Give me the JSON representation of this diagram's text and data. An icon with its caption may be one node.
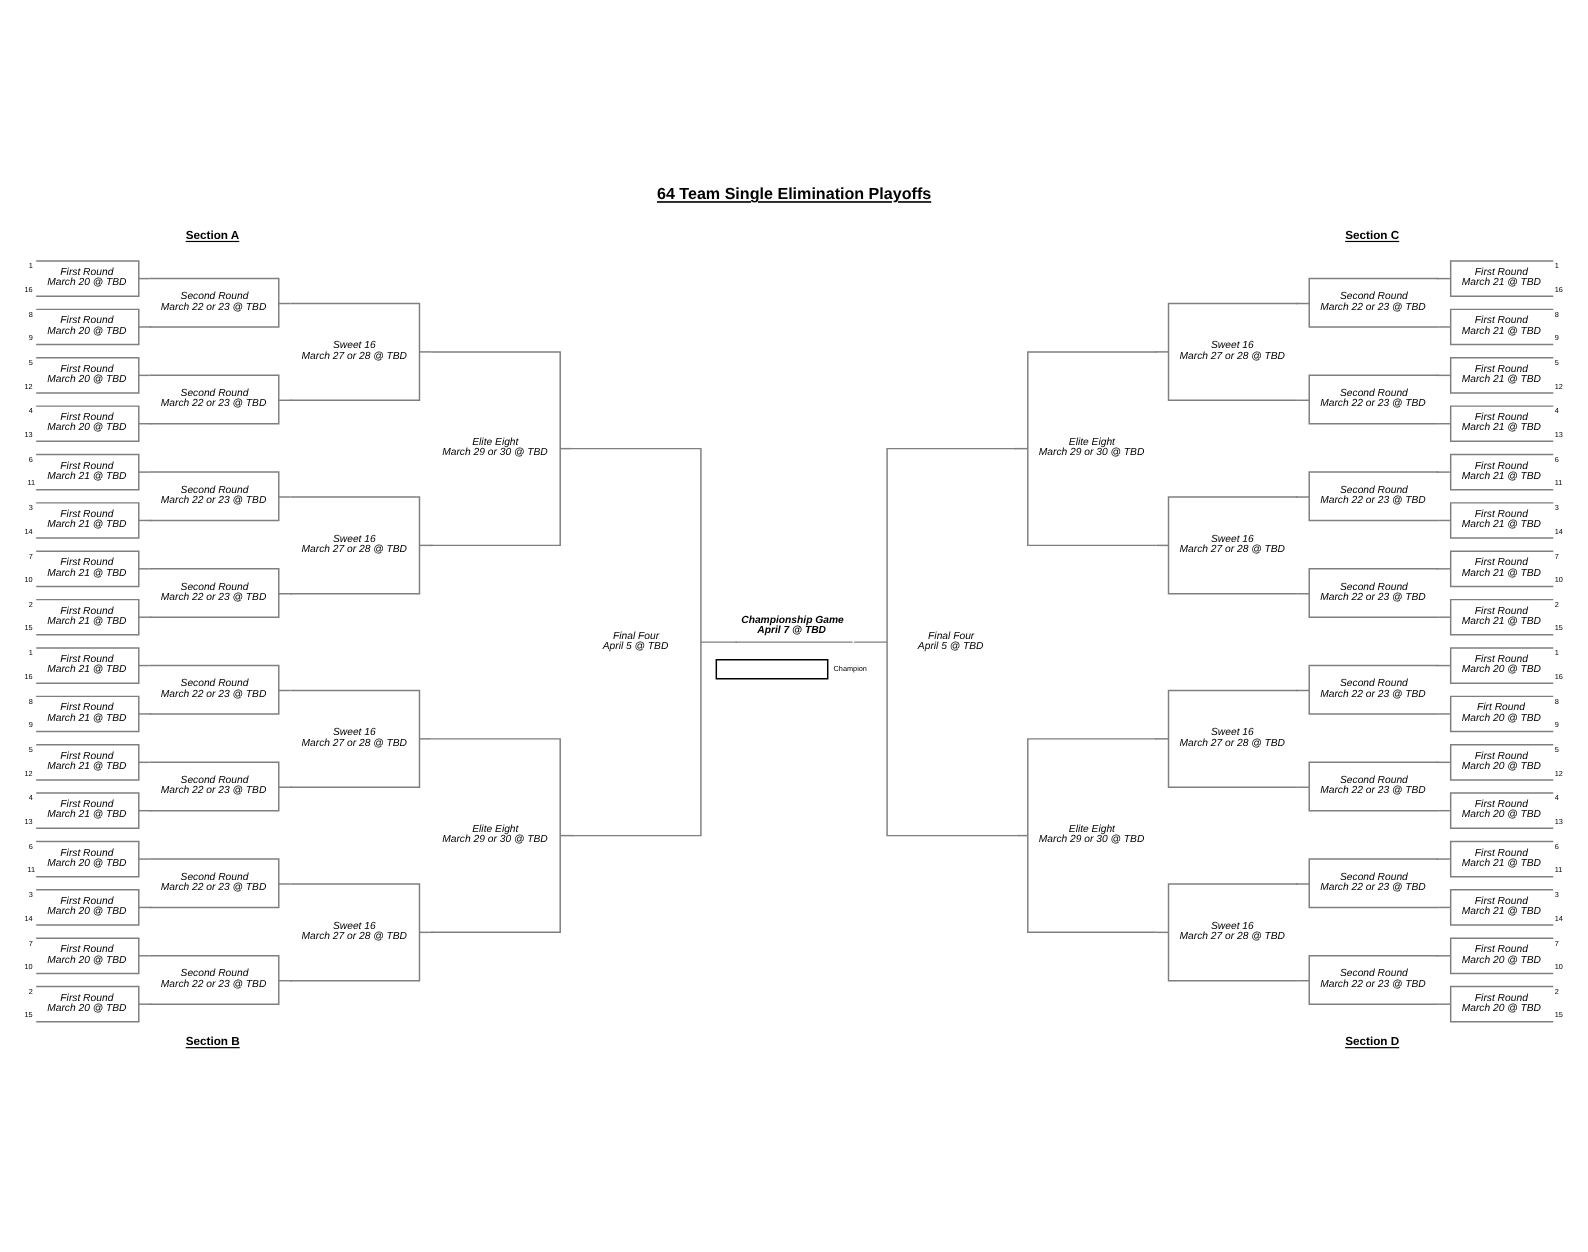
{
  "diagram": {
    "title": "64 Team Single Elimination Playoffs",
    "nodes": [
      {
        "text": [
          "1",
          "First Round",
          "March 20 @ TBD",
          "16"
        ]
      },
      {
        "text": [
          "8",
          "First Round",
          "March 20 @ TBD",
          "9"
        ]
      },
      {
        "text": [
          "5",
          "First Round",
          "March 20 @ TBD",
          "12"
        ]
      },
      {
        "text": [
          "4",
          "First Round",
          "March 20 @ TBD",
          "13"
        ]
      },
      {
        "text": [
          "6",
          "First Round",
          "March 21 @ TBD",
          "11"
        ]
      },
      {
        "text": [
          "3",
          "First Round",
          "March 21 @ TBD",
          "14"
        ]
      },
      {
        "text": [
          "7",
          "First Round",
          "March 21 @ TBD",
          "10"
        ]
      },
      {
        "text": [
          "2",
          "First Round",
          "March 21 @ TBD",
          "15"
        ]
      },
      {
        "text": [
          "1",
          "First Round",
          "March 21 @ TBD",
          "16"
        ]
      },
      {
        "text": [
          "8",
          "First Round",
          "March 21 @ TBD",
          "9"
        ]
      },
      {
        "text": [
          "5",
          "First Round",
          "March 21 @ TBD",
          "12"
        ]
      },
      {
        "text": [
          "4",
          "First Round",
          "March 21 @ TBD",
          "13"
        ]
      },
      {
        "text": [
          "6",
          "First Round",
          "March 20 @ TBD",
          "11"
        ]
      },
      {
        "text": [
          "3",
          "First Round",
          "March 20 @ TBD",
          "14"
        ]
      },
      {
        "text": [
          "7",
          "First Round",
          "March 20 @ TBD",
          "10"
        ]
      },
      {
        "text": [
          "2",
          "First Round",
          "March 20 @ TBD",
          "15"
        ]
      },
      {
        "text": [
          "Second Round",
          "March 22 or 23 @ TBD"
        ]
      },
      {
        "text": [
          "Second Round",
          "March 22 or 23 @ TBD"
        ]
      },
      {
        "text": [
          "Second Round",
          "March 22 or 23 @ TBD"
        ]
      },
      {
        "text": [
          "Second Round",
          "March 22 or 23 @ TBD"
        ]
      },
      {
        "text": [
          "Second Round",
          "March 22 or 23 @ TBD"
        ]
      },
      {
        "text": [
          "Second Round",
          "March 22 or 23 @ TBD"
        ]
      },
      {
        "text": [
          "Second Round",
          "March 22 or 23 @ TBD"
        ]
      },
      {
        "text": [
          "Second Round",
          "March 22 or 23 @ TBD"
        ]
      },
      {
        "text": [
          "Sweet 16",
          "March 27 or 28 @ TBD"
        ]
      },
      {
        "text": [
          "Sweet 16",
          "March 27 or 28 @ TBD"
        ]
      },
      {
        "text": [
          "Sweet 16",
          "March 27 or 28 @ TBD"
        ]
      },
      {
        "text": [
          "Sweet 16",
          "March 27 or 28 @ TBD"
        ]
      },
      {
        "text": [
          "Elite Eight",
          "March 29 or 30 @ TBD"
        ]
      },
      {
        "text": [
          "Elite Eight",
          "March 29 or 30 @ TBD"
        ]
      },
      {
        "text": [
          "Final Four",
          "April 5 @ TBD"
        ]
      },
      {
        "text": [
          "Championship Game",
          "April 7 @ TBD"
        ]
      },
      {
        "text": [
          "Champion"
        ]
      },
      {
        "text": [
          "Final Four",
          "April 5 @ TBD"
        ]
      },
      {
        "text": [
          "Elite Eight",
          "March 29 or 30 @ TBD"
        ]
      },
      {
        "text": [
          "Elite Eight",
          "March 29 or 30 @ TBD"
        ]
      },
      {
        "text": [
          "Sweet 16",
          "March 27 or 28 @ TBD"
        ]
      },
      {
        "text": [
          "Sweet 16",
          "March 27 or 28 @ TBD"
        ]
      },
      {
        "text": [
          "Sweet 16",
          "March 27 or 28 @ TBD"
        ]
      },
      {
        "text": [
          "Sweet 16",
          "March 27 or 28 @ TBD"
        ]
      },
      {
        "text": [
          "Second Round",
          "March 22 or 23 @ TBD"
        ]
      },
      {
        "text": [
          "Second Round",
          "March 22 or 23 @ TBD"
        ]
      },
      {
        "text": [
          "Second Round",
          "March 22 or 23 @ TBD"
        ]
      },
      {
        "text": [
          "Second Round",
          "March 22 or 23 @ TBD"
        ]
      },
      {
        "text": [
          "Second Round",
          "March 22 or 23 @ TBD"
        ]
      },
      {
        "text": [
          "Second Round",
          "March 22 or 23 @ TBD"
        ]
      },
      {
        "text": [
          "Second Round",
          "March 22 or 23 @ TBD"
        ]
      },
      {
        "text": [
          "Second Round",
          "March 22 or 23 @ TBD"
        ]
      },
      {
        "text": [
          "1",
          "First Round",
          "March 21 @ TBD",
          "16"
        ]
      },
      {
        "text": [
          "8",
          "First Round",
          "March 21 @ TBD",
          "9"
        ]
      },
      {
        "text": [
          "5",
          "First Round",
          "March 21 @ TBD",
          "12"
        ]
      },
      {
        "text": [
          "4",
          "First Round",
          "March 21 @ TBD",
          "13"
        ]
      },
      {
        "text": [
          "6",
          "First Round",
          "March 21 @ TBD",
          "11"
        ]
      },
      {
        "text": [
          "3",
          "First Round",
          "March 21 @ TBD",
          "14"
        ]
      },
      {
        "text": [
          "7",
          "First Round",
          "March 21 @ TBD",
          "10"
        ]
      },
      {
        "text": [
          "2",
          "First Round",
          "March 21 @ TBD",
          "15"
        ]
      },
      {
        "text": [
          "1",
          "First Round",
          "March 20 @ TBD",
          "16"
        ]
      },
      {
        "text": [
          "8",
          "Firt Round",
          "March 20 @ TBD",
          "9"
        ]
      },
      {
        "text": [
          "5",
          "First Round",
          "March 20 @ TBD",
          "12"
        ]
      },
      {
        "text": [
          "4",
          "First Round",
          "March 20 @ TBD",
          "13"
        ]
      },
      {
        "text": [
          "6",
          "First Round",
          "March 21 @ TBD",
          "11"
        ]
      },
      {
        "text": [
          "3",
          "First Round",
          "March 21 @ TBD",
          "14"
        ]
      },
      {
        "text": [
          "7",
          "First Round",
          "March 20 @ TBD",
          "10"
        ]
      },
      {
        "text": [
          "2",
          "First Round",
          "March 20 @ TBD",
          "15"
        ]
      }
    ],
    "edges": [
      {
        "from": 0,
        "to": 16,
        "arrow": "none"
      },
      {
        "from": 1,
        "to": 16,
        "arrow": "none"
      },
      {
        "from": 2,
        "to": 17,
        "arrow": "none"
      },
      {
        "from": 3,
        "to": 17,
        "arrow": "none"
      },
      {
        "from": 4,
        "to": 18,
        "arrow": "none"
      },
      {
        "from": 5,
        "to": 18,
        "arrow": "none"
      },
      {
        "from": 6,
        "to": 19,
        "arrow": "none"
      },
      {
        "from": 7,
        "to": 19,
        "arrow": "none"
      },
      {
        "from": 8,
        "to": 20,
        "arrow": "none"
      },
      {
        "from": 9,
        "to": 20,
        "arrow": "none"
      },
      {
        "from": 10,
        "to": 21,
        "arrow": "none"
      },
      {
        "from": 11,
        "to": 21,
        "arrow": "none"
      },
      {
        "from": 12,
        "to": 22,
        "arrow": "none"
      },
      {
        "from": 13,
        "to": 22,
        "arrow": "none"
      },
      {
        "from": 14,
        "to": 23,
        "arrow": "none"
      },
      {
        "from": 15,
        "to": 23,
        "arrow": "none"
      },
      {
        "from": 16,
        "to": 24,
        "arrow": "none"
      },
      {
        "from": 17,
        "to": 24,
        "arrow": "none"
      },
      {
        "from": 18,
        "to": 25,
        "arrow": "none"
      },
      {
        "from": 19,
        "to": 25,
        "arrow": "none"
      },
      {
        "from": 20,
        "to": 26,
        "arrow": "none"
      },
      {
        "from": 21,
        "to": 26,
        "arrow": "none"
      },
      {
        "from": 22,
        "to": 27,
        "arrow": "none"
      },
      {
        "from": 23,
        "to": 27,
        "arrow": "none"
      },
      {
        "from": 24,
        "to": 28,
        "arrow": "none"
      },
      {
        "from": 25,
        "to": 28,
        "arrow": "none"
      },
      {
        "from": 26,
        "to": 29,
        "arrow": "none"
      },
      {
        "from": 27,
        "to": 29,
        "arrow": "none"
      },
      {
        "from": 28,
        "to": 30,
        "arrow": "none"
      },
      {
        "from": 29,
        "to": 30,
        "arrow": "none"
      },
      {
        "from": 30,
        "to": 31,
        "arrow": "none"
      },
      {
        "from": 31,
        "to": 33,
        "arrow": "none"
      },
      {
        "from": 33,
        "to": 34,
        "arrow": "none"
      },
      {
        "from": 33,
        "to": 35,
        "arrow": "none"
      },
      {
        "from": 34,
        "to": 36,
        "arrow": "none"
      },
      {
        "from": 34,
        "to": 37,
        "arrow": "none"
      },
      {
        "from": 35,
        "to": 38,
        "arrow": "none"
      },
      {
        "from": 35,
        "to": 39,
        "arrow": "none"
      },
      {
        "from": 36,
        "to": 40,
        "arrow": "none"
      },
      {
        "from": 36,
        "to": 41,
        "arrow": "none"
      },
      {
        "from": 37,
        "to": 42,
        "arrow": "none"
      },
      {
        "from": 37,
        "to": 43,
        "arrow": "none"
      },
      {
        "from": 38,
        "to": 44,
        "arrow": "none"
      },
      {
        "from": 38,
        "to": 45,
        "arrow": "none"
      },
      {
        "from": 39,
        "to": 46,
        "arrow": "none"
      },
      {
        "from": 39,
        "to": 47,
        "arrow": "none"
      },
      {
        "from": 40,
        "to": 48,
        "arrow": "none"
      },
      {
        "from": 40,
        "to": 49,
        "arrow": "none"
      },
      {
        "from": 41,
        "to": 50,
        "arrow": "none"
      },
      {
        "from": 41,
        "to": 51,
        "arrow": "none"
      },
      {
        "from": 42,
        "to": 52,
        "arrow": "none"
      },
      {
        "from": 42,
        "to": 53,
        "arrow": "none"
      },
      {
        "from": 43,
        "to": 54,
        "arrow": "none"
      },
      {
        "from": 43,
        "to": 55,
        "arrow": "none"
      },
      {
        "from": 44,
        "to": 56,
        "arrow": "none"
      },
      {
        "from": 44,
        "to": 57,
        "arrow": "none"
      },
      {
        "from": 45,
        "to": 58,
        "arrow": "none"
      },
      {
        "from": 45,
        "to": 59,
        "arrow": "none"
      },
      {
        "from": 46,
        "to": 60,
        "arrow": "none"
      },
      {
        "from": 46,
        "to": 61,
        "arrow": "none"
      },
      {
        "from": 47,
        "to": 62,
        "arrow": "none"
      },
      {
        "from": 47,
        "to": 63,
        "arrow": "none"
      }
    ],
    "labels": [
      "Section A",
      "Section C",
      "Section B",
      "Section D"
    ]
  }
}
